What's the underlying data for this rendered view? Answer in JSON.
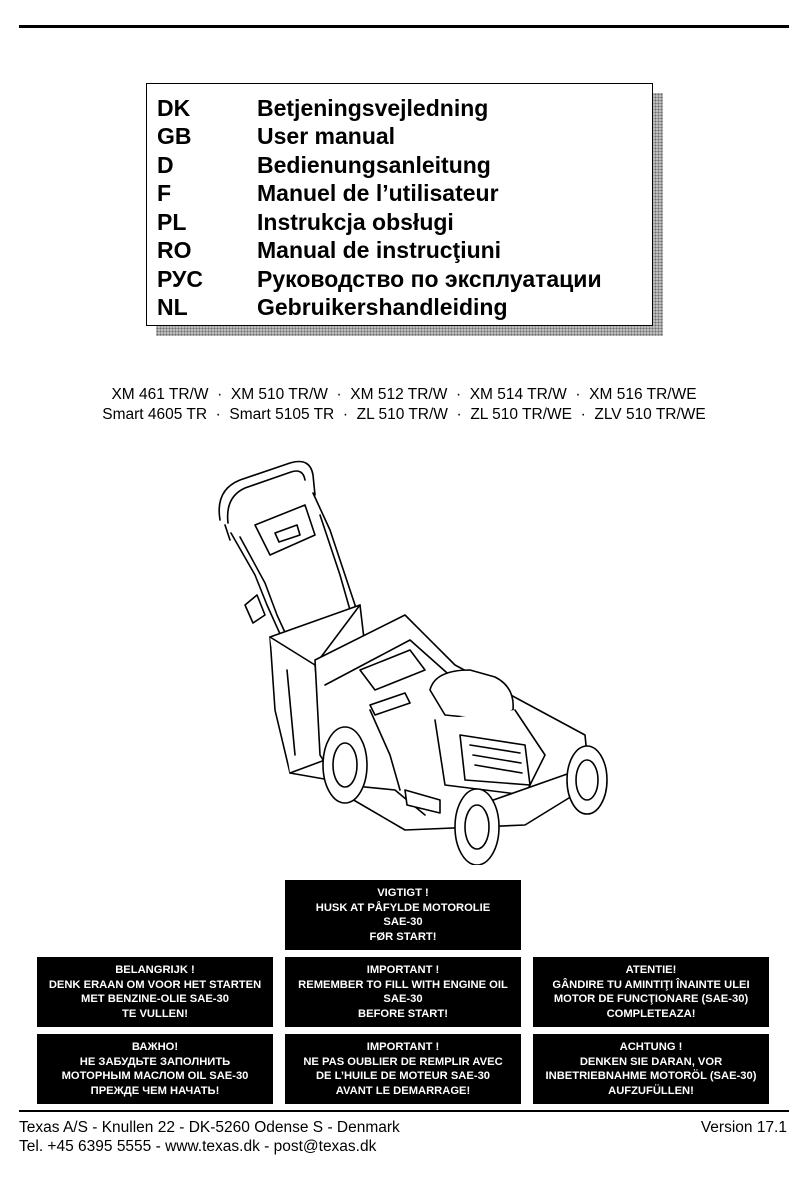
{
  "languages": [
    {
      "code": "DK",
      "title": "Betjeningsvejledning"
    },
    {
      "code": "GB",
      "title": "User manual"
    },
    {
      "code": "D",
      "title": "Bedienungsanleitung"
    },
    {
      "code": "F",
      "title": "Manuel de l’utilisateur"
    },
    {
      "code": "PL",
      "title": "Instrukcja obsługi"
    },
    {
      "code": "RO",
      "title": "Manual de instrucţiuni"
    },
    {
      "code": "РУС",
      "title": "Руководство по эксплуатации"
    },
    {
      "code": "NL",
      "title": "Gebruikershandleiding"
    }
  ],
  "models": {
    "line1": "XM 461 TR/W  ·  XM 510 TR/W  ·  XM 512 TR/W  ·  XM 514 TR/W  ·  XM 516 TR/WE",
    "line2": "Smart 4605 TR  ·  Smart 5105 TR  ·  ZL 510 TR/W  ·  ZL 510 TR/WE  ·  ZLV 510 TR/WE"
  },
  "warnings": {
    "dk": [
      "VIGTIGT !",
      "HUSK AT PÅFYLDE MOTOROLIE",
      "SAE-30",
      "FØR START!"
    ],
    "nl": [
      "BELANGRIJK !",
      "DENK ERAAN OM VOOR HET STARTEN",
      "MET BENZINE-OLIE SAE-30",
      "TE VULLEN!"
    ],
    "gb": [
      "IMPORTANT !",
      "REMEMBER TO FILL WITH ENGINE OIL",
      "SAE-30",
      "BEFORE START!"
    ],
    "ro": [
      "ATENTIE!",
      "GÂNDIRE TU AMINTIŢI ÎNAINTE ULEI",
      "MOTOR DE FUNCŢIONARE (SAE-30)",
      "COMPLETEAZA!"
    ],
    "ru": [
      "ВАЖНО!",
      "НЕ ЗАБУДЬТЕ ЗАПОЛНИТЬ",
      "МОТОРНЫМ МАСЛОМ  OIL SAE-30",
      "ПРЕЖДЕ ЧЕМ НАЧАТЬ!"
    ],
    "fr": [
      "IMPORTANT !",
      "NE PAS OUBLIER DE REMPLIR AVEC",
      "DE L’HUILE DE MOTEUR SAE-30",
      "AVANT LE DEMARRAGE!"
    ],
    "de": [
      "ACHTUNG !",
      "DENKEN SIE DARAN, VOR",
      "INBETRIEBNAHME MOTORÖL (SAE-30)",
      "AUFZUFÜLLEN!"
    ]
  },
  "footer": {
    "address": "Texas A/S - Knullen 22 - DK-5260 Odense S - Denmark",
    "contact": "Tel. +45 6395 5555 - www.texas.dk - post@texas.dk",
    "version": "Version 17.1"
  }
}
